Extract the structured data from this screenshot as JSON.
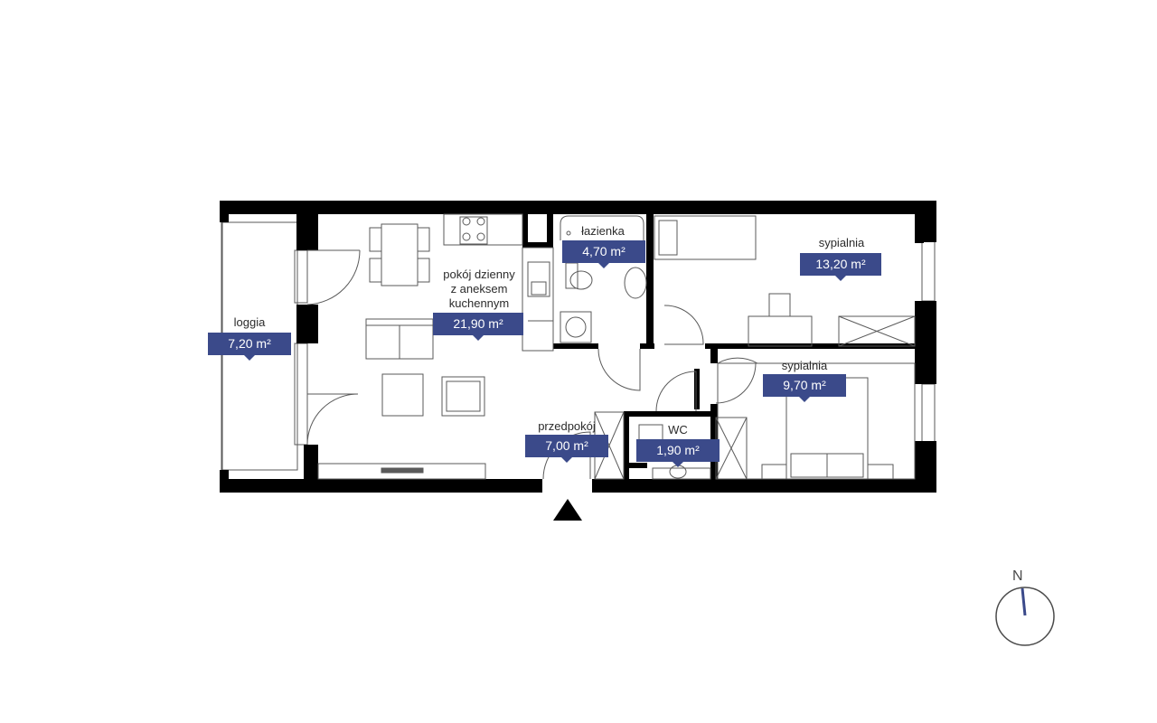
{
  "colors": {
    "wall": "#000000",
    "line": "#555555",
    "badge": "#3b4a8a",
    "badge_text": "#ffffff",
    "compass_needle": "#3b4a8a"
  },
  "rooms": {
    "loggia": {
      "name": "loggia",
      "area": "7,20 m²"
    },
    "living": {
      "name_lines": [
        "pokój dzienny",
        "z aneksem",
        "kuchennym"
      ],
      "area": "21,90 m²"
    },
    "bathroom": {
      "name": "łazienka",
      "area": "4,70 m²"
    },
    "bedroom1": {
      "name": "sypialnia",
      "area": "13,20 m²"
    },
    "bedroom2": {
      "name": "sypialnia",
      "area": "9,70 m²"
    },
    "hall": {
      "name": "przedpokój",
      "area": "7,00 m²"
    },
    "wc": {
      "name": "WC",
      "area": "1,90 m²"
    }
  },
  "compass": {
    "letter": "N"
  },
  "icons": {
    "entrance": "entrance-arrow-icon",
    "compass": "north-compass-icon"
  }
}
